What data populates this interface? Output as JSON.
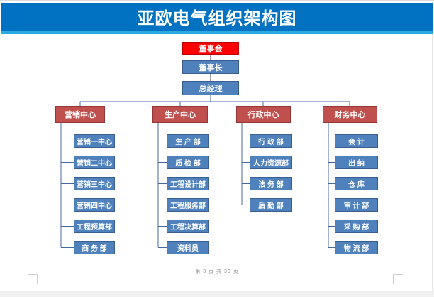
{
  "page": {
    "title": "亚欧电气组织架构图",
    "footer": "第 3 页 共 30 页"
  },
  "org": {
    "root": {
      "label": "董事会"
    },
    "level2": {
      "label": "董事长"
    },
    "level3": {
      "label": "总经理"
    },
    "centers": [
      {
        "label": "营销中心",
        "children": [
          "营销一中心",
          "营销二中心",
          "营销三中心",
          "营销四中心",
          "工程预算部",
          "商 务 部"
        ]
      },
      {
        "label": "生产中心",
        "children": [
          "生 产 部",
          "质 检 部",
          "工程设计部",
          "工程服务部",
          "工程决算部",
          "资料员"
        ]
      },
      {
        "label": "行政中心",
        "children": [
          "行 政 部",
          "人力资源部",
          "法 务 部",
          "后 勤 部"
        ]
      },
      {
        "label": "财务中心",
        "children": [
          "会 计",
          "出 纳",
          "仓 库",
          "审 计 部",
          "采 购 部",
          "物 流 部"
        ]
      }
    ]
  },
  "colors": {
    "header_blue": "#0072c1",
    "header_stripe": "#29abe2",
    "root_red": "#ff0000",
    "center_red": "#c0504d",
    "node_blue": "#4f81bd",
    "connector_blue": "#44699d",
    "connector_dark": "#3f3f3f"
  }
}
